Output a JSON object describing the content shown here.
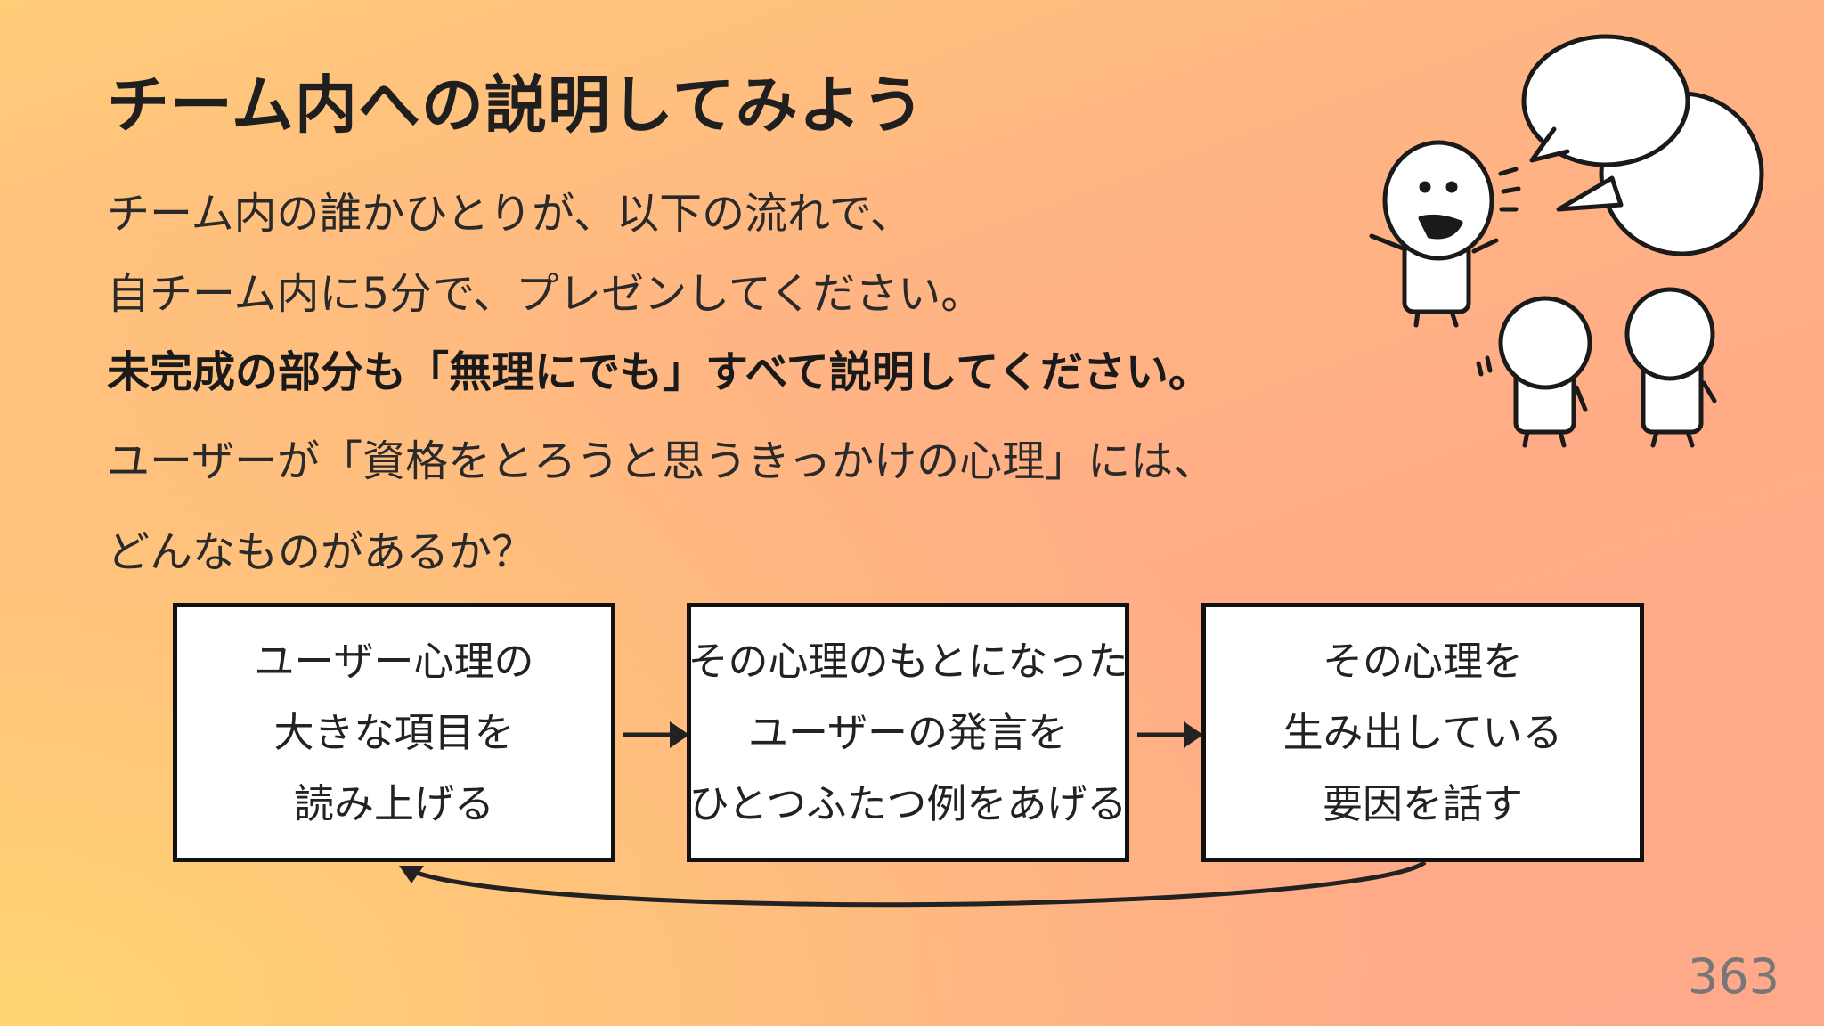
{
  "slide": {
    "title": "チーム内への説明してみよう",
    "lines": [
      "チーム内の誰かひとりが、以下の流れで、",
      "自チーム内に5分で、プレゼンしてください。",
      "未完成の部分も「無理にでも」すべて説明してください。",
      "ユーザーが「資格をとろうと思うきっかけの心理」には、",
      "どんなものがあるか？"
    ],
    "flow": [
      {
        "lines": [
          "ユーザー心理の",
          "大きな項目を",
          "読み上げる"
        ]
      },
      {
        "lines": [
          "その心理のもとになった",
          "ユーザーの発言を",
          "ひとつふたつ例をあげる"
        ]
      },
      {
        "lines": [
          "その心理を",
          "生み出している",
          "要因を話す"
        ]
      }
    ],
    "page_number": "363"
  }
}
